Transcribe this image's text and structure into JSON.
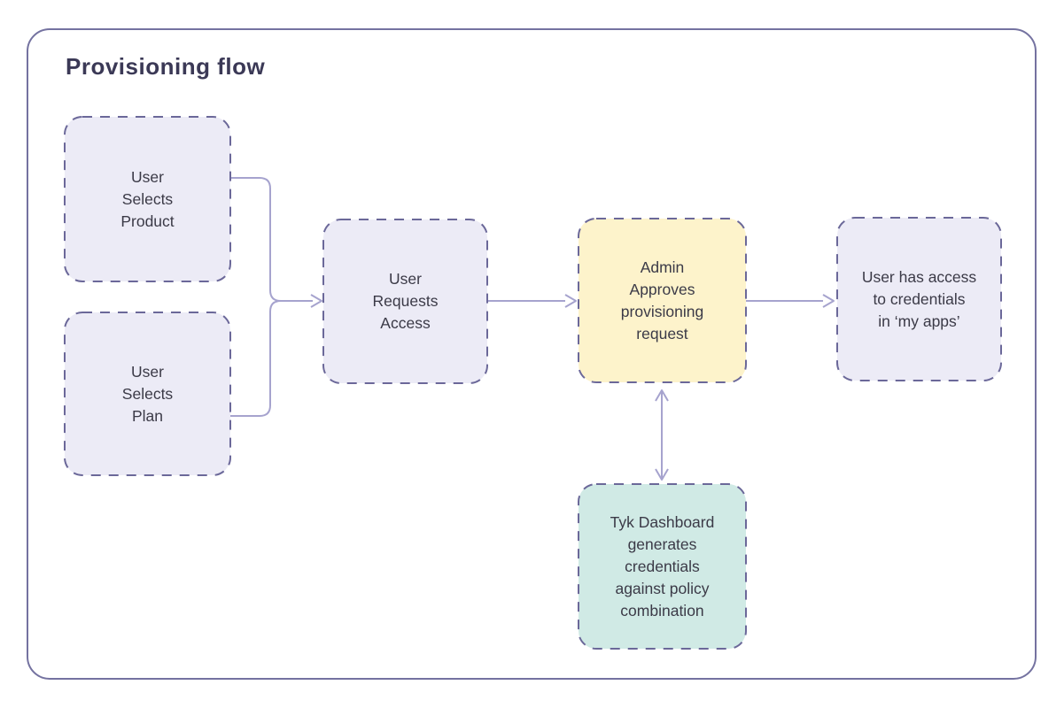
{
  "title": "Provisioning flow",
  "colors": {
    "frame_border": "#7472a0",
    "box_border": "#6b6899",
    "connector": "#a6a3ce",
    "lavender_fill": "#ecebf6",
    "yellow_fill": "#fdf3cb",
    "teal_fill": "#d0eae5",
    "title_text": "#3b3956",
    "node_text": "#3b3a47"
  },
  "nodes": [
    {
      "id": "user-selects-product",
      "label": "User\nSelects\nProduct"
    },
    {
      "id": "user-selects-plan",
      "label": "User\nSelects\nPlan"
    },
    {
      "id": "user-requests-access",
      "label": "User\nRequests\nAccess"
    },
    {
      "id": "admin-approves",
      "label": "Admin\nApproves\nprovisioning\nrequest"
    },
    {
      "id": "user-has-access",
      "label": "User has access\nto credentials\nin ‘my apps’"
    },
    {
      "id": "tyk-dashboard",
      "label": "Tyk Dashboard\ngenerates\ncredentials\nagainst policy\ncombination"
    }
  ],
  "edges": [
    {
      "from": "user-selects-product",
      "to": "user-requests-access",
      "type": "arrow"
    },
    {
      "from": "user-selects-plan",
      "to": "user-requests-access",
      "type": "arrow"
    },
    {
      "from": "user-requests-access",
      "to": "admin-approves",
      "type": "arrow"
    },
    {
      "from": "admin-approves",
      "to": "user-has-access",
      "type": "arrow"
    },
    {
      "from": "admin-approves",
      "to": "tyk-dashboard",
      "type": "double-arrow"
    }
  ]
}
